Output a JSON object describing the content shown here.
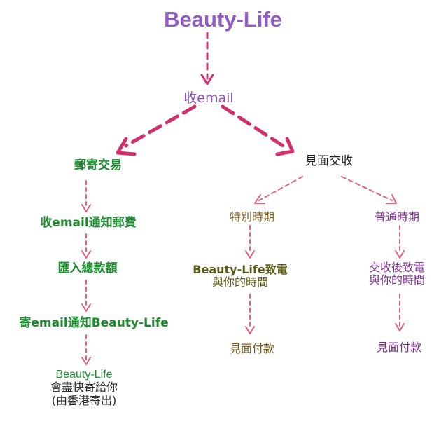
{
  "title": "Beauty-Life",
  "receive_email": "收email",
  "mail_branch": {
    "label": "郵寄交易",
    "steps": [
      "收email通知郵費",
      "匯入總款額",
      "寄email通知Beauty-Life"
    ],
    "final_lines": [
      "Beauty-Life",
      "會盡快寄給你",
      "(由香港寄出)"
    ]
  },
  "meet_branch": {
    "label": "見面交收",
    "special": {
      "label": "特別時期",
      "time_lines": [
        "Beauty-Life致電",
        "與你的時間"
      ],
      "payment": "見面付款"
    },
    "normal": {
      "label": "普通時期",
      "time_lines": [
        "交收後致電",
        "與你的時間"
      ],
      "payment": "見面付款"
    }
  },
  "colors": {
    "title": "#8e5cc3",
    "thick_arrow": "#d0306c",
    "thin_arrow": "#e0607e",
    "green_text": "#1c8c2f",
    "purple_text": "#7a2f8a"
  }
}
